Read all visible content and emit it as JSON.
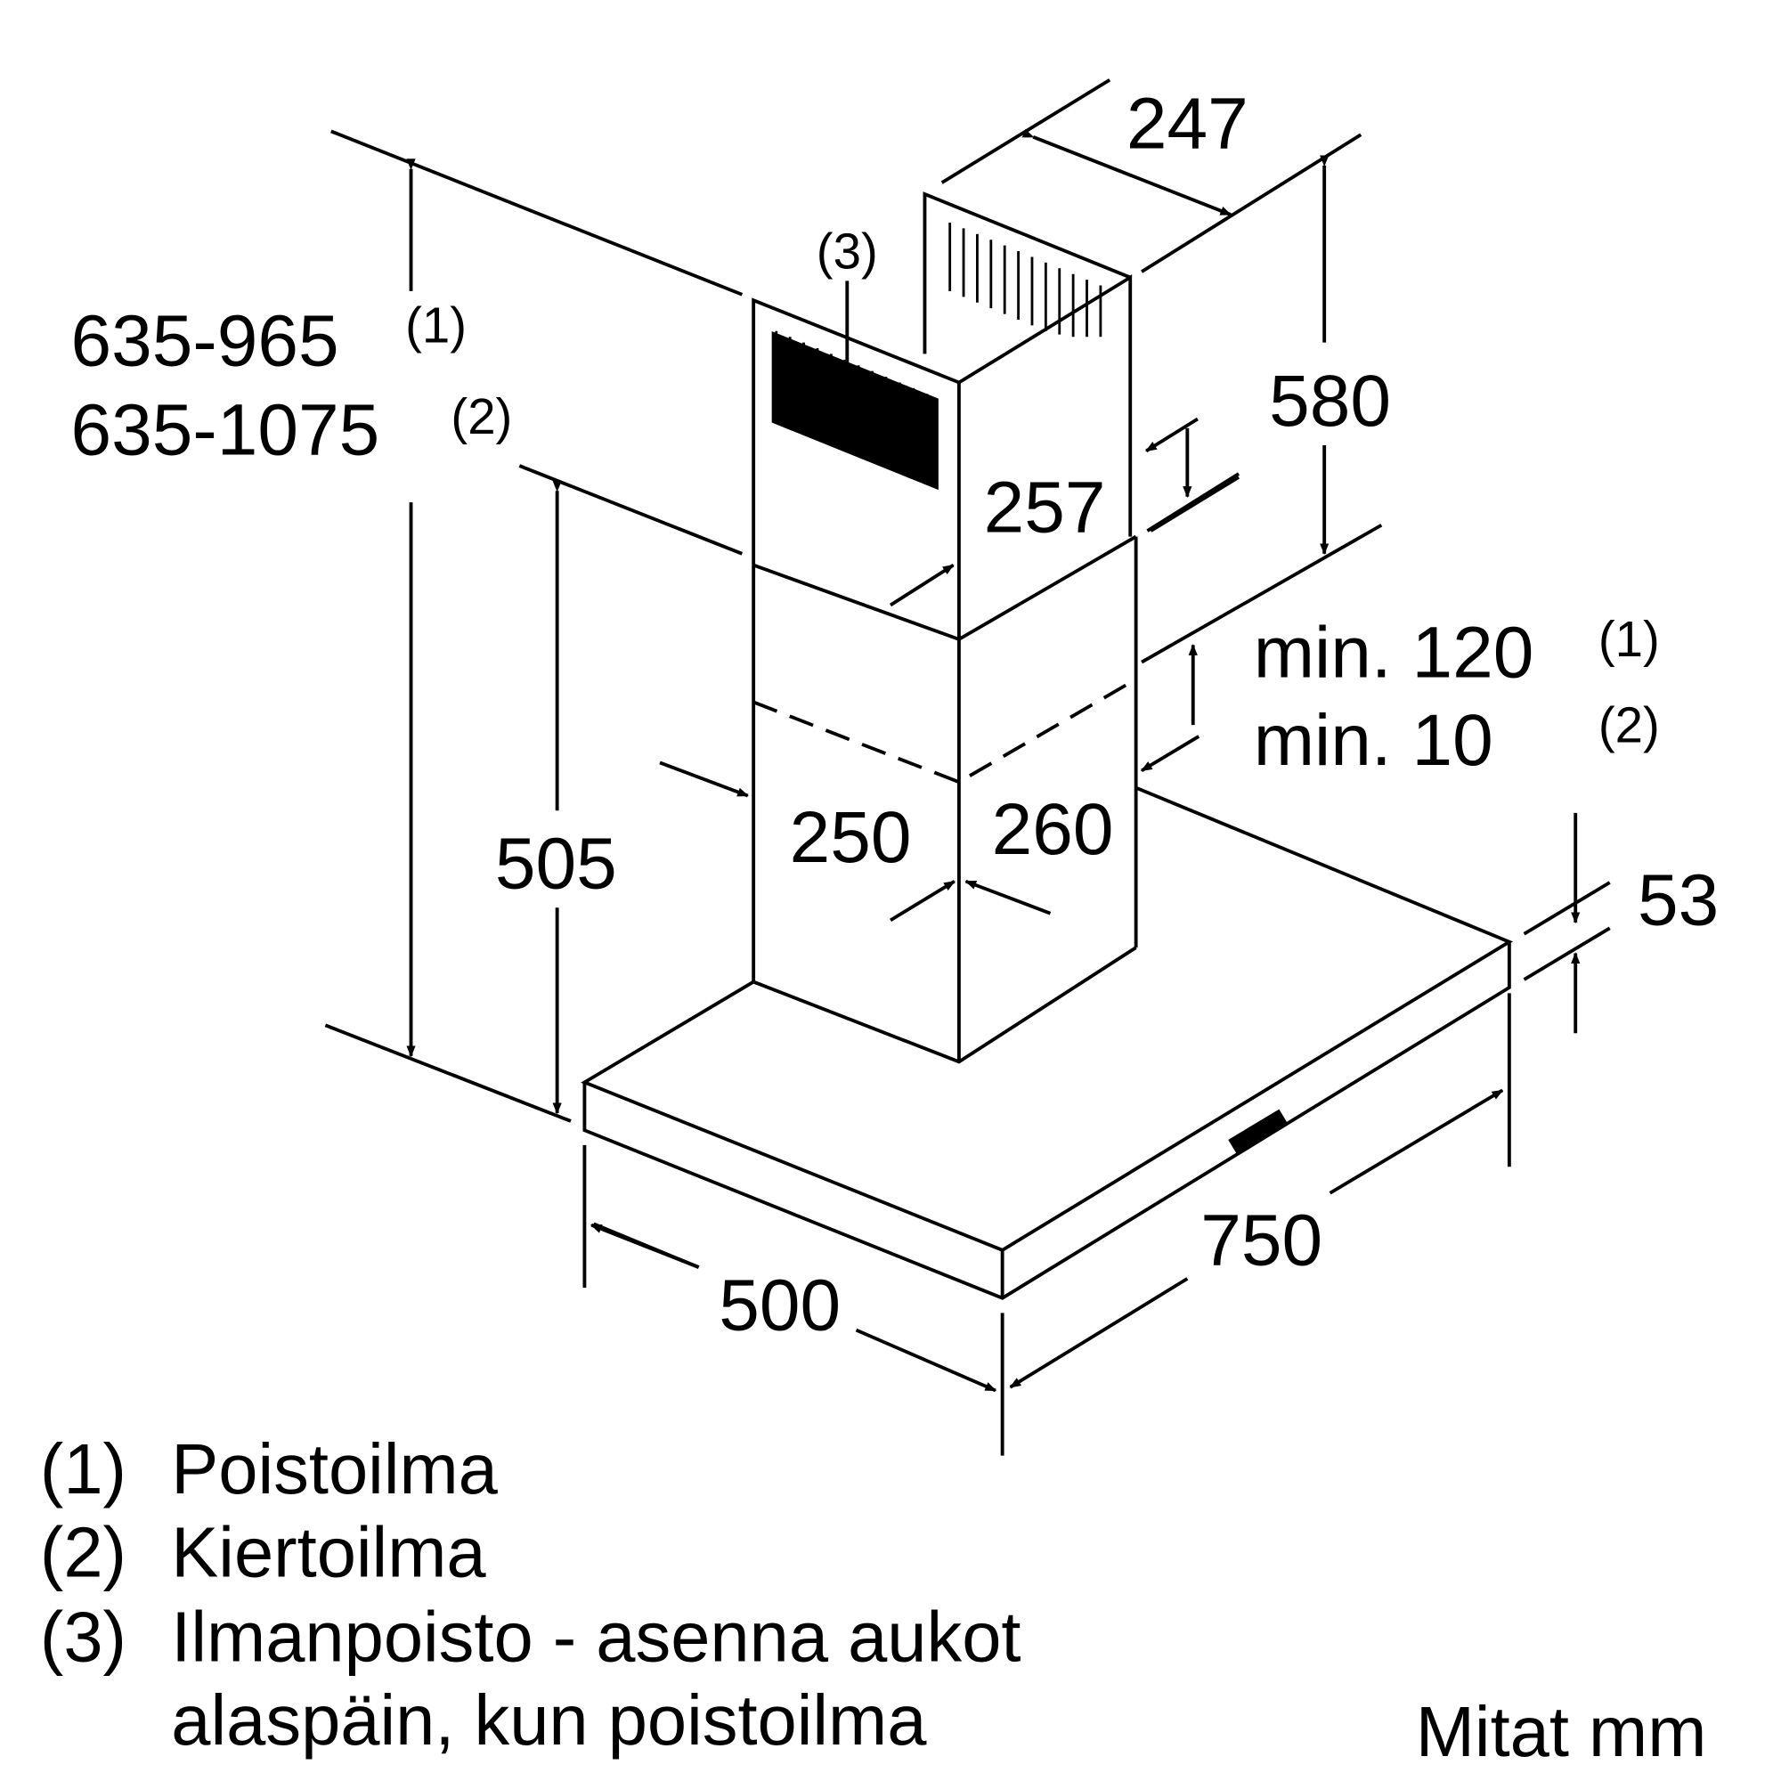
{
  "dimensions": {
    "chimney_depth": "247",
    "upper_chimney_height": "580",
    "overlap": "257",
    "total_height_1": "635-965",
    "total_height_1_note": "(1)",
    "total_height_2": "635-1075",
    "total_height_2_note": "(2)",
    "vent_note": "(3)",
    "min_1": "min. 120",
    "min_1_note": "(1)",
    "min_2": "min. 10",
    "min_2_note": "(2)",
    "lower_height": "505",
    "chimney_width_front": "250",
    "chimney_width_side": "260",
    "hood_thickness": "53",
    "hood_width": "750",
    "hood_depth": "500"
  },
  "legend": [
    {
      "num": "(1)",
      "text": "Poistoilma"
    },
    {
      "num": "(2)",
      "text": "Kiertoilma"
    },
    {
      "num": "(3)",
      "text": "Ilmanpoisto - asenna aukot"
    },
    {
      "num": "",
      "text": "alaspäin, kun poistoilma"
    }
  ],
  "units": "Mitat mm"
}
